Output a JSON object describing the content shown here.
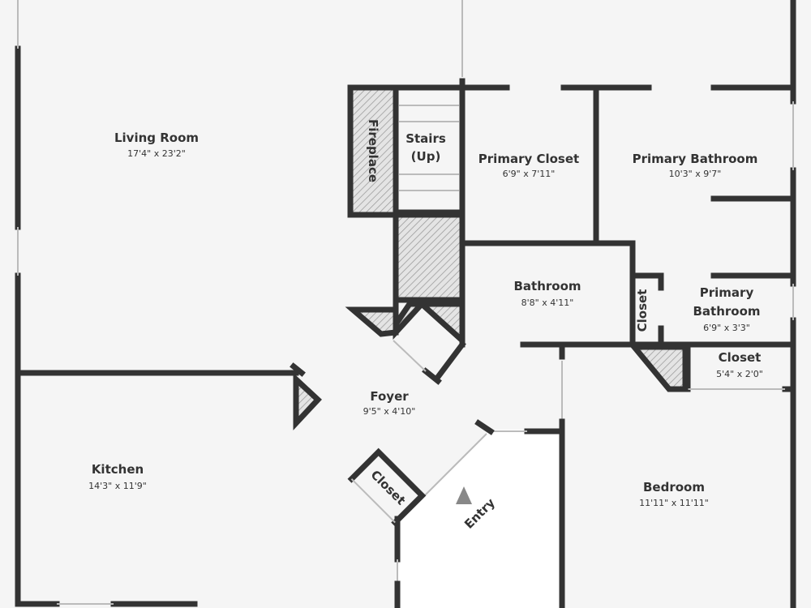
{
  "rooms": {
    "living_room": {
      "name": "Living Room",
      "dims": "17'4\" x 23'2\""
    },
    "fireplace": {
      "name": "Fireplace"
    },
    "stairs": {
      "name": "Stairs",
      "sub": "(Up)"
    },
    "primary_closet": {
      "name": "Primary Closet",
      "dims": "6'9\" x 7'11\""
    },
    "primary_bathroom": {
      "name": "Primary Bathroom",
      "dims": "10'3\" x 9'7\""
    },
    "bathroom": {
      "name": "Bathroom",
      "dims": "8'8\" x 4'11\""
    },
    "closet_small": {
      "name": "Closet"
    },
    "primary_bathroom_2": {
      "name_line1": "Primary",
      "name_line2": "Bathroom",
      "dims": "6'9\" x 3'3\""
    },
    "closet_right": {
      "name": "Closet",
      "dims": "5'4\" x 2'0\""
    },
    "foyer": {
      "name": "Foyer",
      "dims": "9'5\" x 4'10\""
    },
    "kitchen": {
      "name": "Kitchen",
      "dims": "14'3\" x 11'9\""
    },
    "closet_entry": {
      "name": "Closet"
    },
    "entry": {
      "name": "Entry"
    },
    "bedroom": {
      "name": "Bedroom",
      "dims": "11'11\" x 11'11\""
    }
  },
  "colors": {
    "wall": "#333333",
    "floor": "#f5f5f5",
    "entry_floor": "#ffffff"
  }
}
